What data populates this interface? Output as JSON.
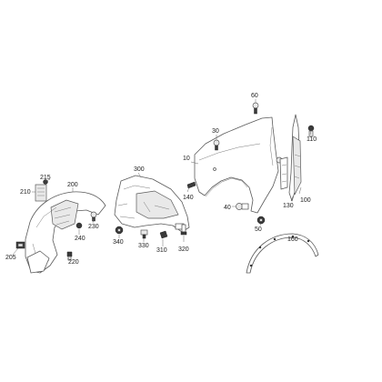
{
  "callouts": {
    "p10": "10",
    "p30": "30",
    "p40": "40",
    "p50": "50",
    "p60": "60",
    "p100": "100",
    "p110": "110",
    "p130": "130",
    "p140": "140",
    "p160": "160",
    "p200": "200",
    "p205": "205",
    "p210": "210",
    "p215": "215",
    "p220": "220",
    "p230": "230",
    "p240": "240",
    "p300": "300",
    "p310": "310",
    "p320": "320",
    "p330": "330",
    "p340": "340"
  }
}
